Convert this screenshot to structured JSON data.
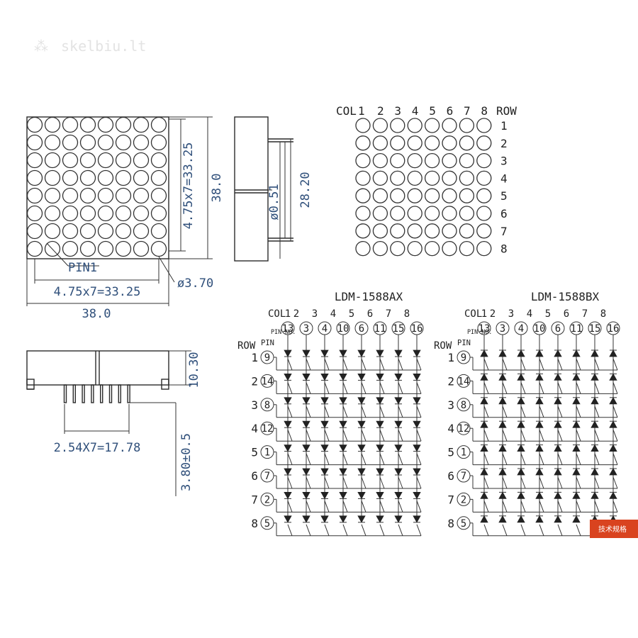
{
  "watermark": "skelbiu.lt",
  "front_view": {
    "dim_vertical_inner": "4.75x7=33.25",
    "dim_vertical_outer": "38.0",
    "dim_horizontal_inner": "4.75x7=33.25",
    "dim_horizontal_outer": "38.0",
    "pin_label": "PIN1",
    "dot_diameter": "ø3.70"
  },
  "side_view": {
    "pin_diameter": "ø0.51",
    "height": "28.20"
  },
  "bottom_view": {
    "height": "10.30",
    "pitch": "2.54X7=17.78",
    "pin_length": "3.80±0.5"
  },
  "matrix_top": {
    "col_label": "COL",
    "cols": [
      "1",
      "2",
      "3",
      "4",
      "5",
      "6",
      "7",
      "8"
    ],
    "row_label": "ROW",
    "rows": [
      "1",
      "2",
      "3",
      "4",
      "5",
      "6",
      "7",
      "8"
    ]
  },
  "schematics": [
    {
      "title": "LDM-1588AX",
      "col_label": "COL",
      "cols": [
        "1",
        "2",
        "3",
        "4",
        "5",
        "6",
        "7",
        "8"
      ],
      "pin_no_label": "PIN NO.",
      "col_pins": [
        "13",
        "3",
        "4",
        "10",
        "6",
        "11",
        "15",
        "16"
      ],
      "row_label": "ROW",
      "row_pin_label": "PIN",
      "rows": [
        "1",
        "2",
        "3",
        "4",
        "5",
        "6",
        "7",
        "8"
      ],
      "row_pins": [
        "9",
        "14",
        "8",
        "12",
        "1",
        "7",
        "2",
        "5"
      ],
      "diode_direction": "down"
    },
    {
      "title": "LDM-1588BX",
      "col_label": "COL",
      "cols": [
        "1",
        "2",
        "3",
        "4",
        "5",
        "6",
        "7",
        "8"
      ],
      "pin_no_label": "PIN NO.",
      "col_pins": [
        "13",
        "3",
        "4",
        "10",
        "6",
        "11",
        "15",
        "16"
      ],
      "row_label": "ROW",
      "row_pin_label": "PIN",
      "rows": [
        "1",
        "2",
        "3",
        "4",
        "5",
        "6",
        "7",
        "8"
      ],
      "row_pins": [
        "9",
        "14",
        "8",
        "12",
        "1",
        "7",
        "2",
        "5"
      ],
      "diode_direction": "up"
    }
  ],
  "corner_tag": "技术规格"
}
